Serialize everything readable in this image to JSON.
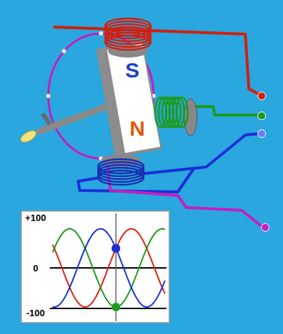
{
  "diagram": {
    "labels": [
      "S",
      "N",
      "+100",
      "0",
      "-100"
    ]
  }
}
